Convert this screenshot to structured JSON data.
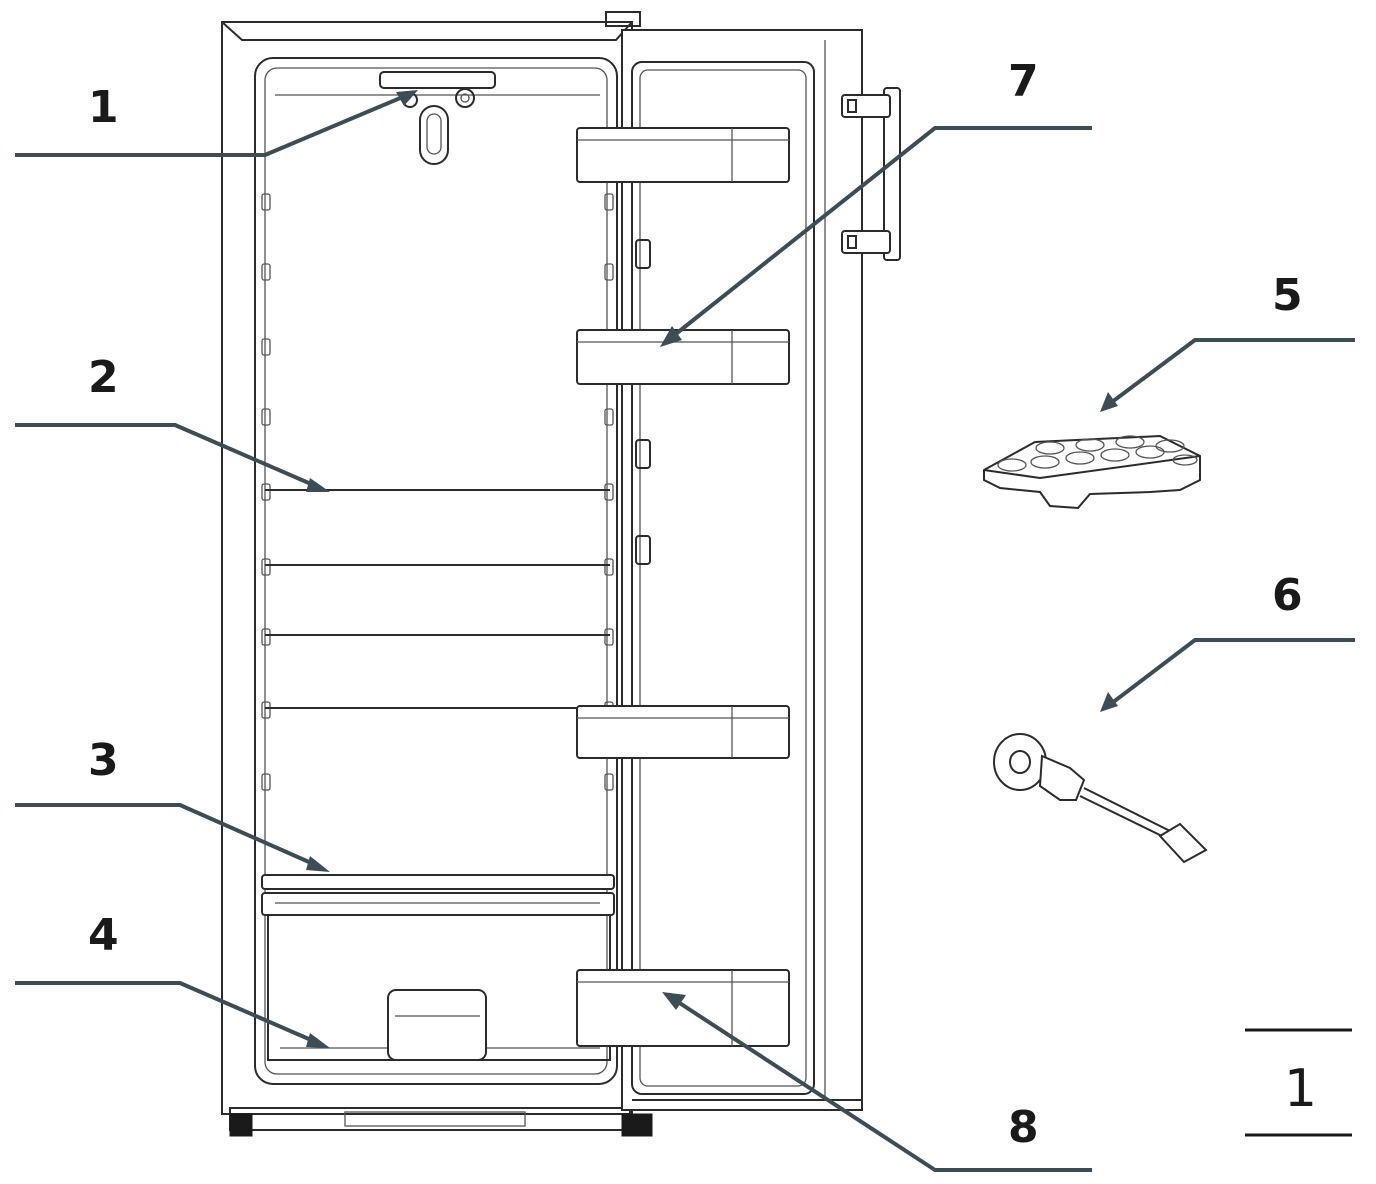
{
  "diagram": {
    "callouts": [
      {
        "id": "1",
        "label": "1"
      },
      {
        "id": "2",
        "label": "2"
      },
      {
        "id": "3",
        "label": "3"
      },
      {
        "id": "4",
        "label": "4"
      },
      {
        "id": "5",
        "label": "5"
      },
      {
        "id": "6",
        "label": "6"
      },
      {
        "id": "7",
        "label": "7"
      },
      {
        "id": "8",
        "label": "8"
      }
    ],
    "page_number": "1"
  },
  "colors": {
    "leader_line": "#3d4d55",
    "drawing_stroke": "#2b2b2b",
    "text": "#1a1a1a"
  }
}
